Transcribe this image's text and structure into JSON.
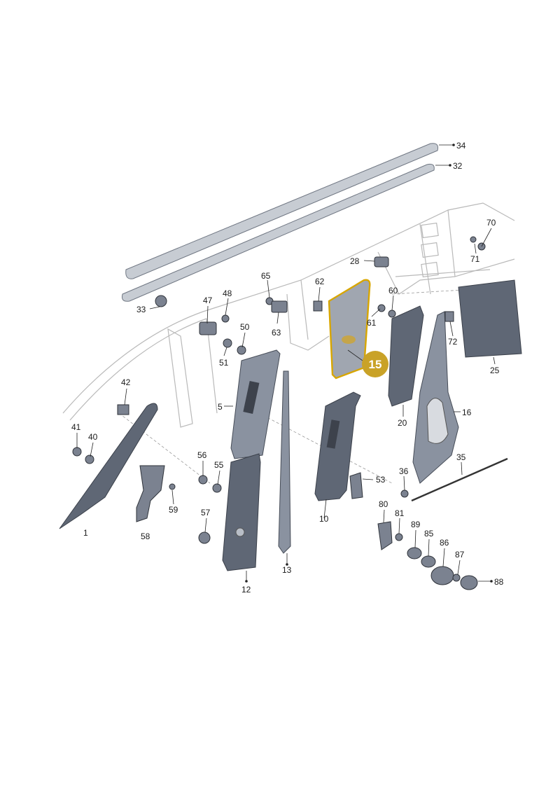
{
  "diagram": {
    "callouts": [
      {
        "id": "34",
        "label": "34"
      },
      {
        "id": "32",
        "label": "32"
      },
      {
        "id": "33",
        "label": "33"
      },
      {
        "id": "70",
        "label": "70"
      },
      {
        "id": "71",
        "label": "71"
      },
      {
        "id": "28",
        "label": "28"
      },
      {
        "id": "65",
        "label": "65"
      },
      {
        "id": "62",
        "label": "62"
      },
      {
        "id": "60",
        "label": "60"
      },
      {
        "id": "48",
        "label": "48"
      },
      {
        "id": "47",
        "label": "47"
      },
      {
        "id": "63",
        "label": "63"
      },
      {
        "id": "61",
        "label": "61"
      },
      {
        "id": "72",
        "label": "72"
      },
      {
        "id": "50",
        "label": "50"
      },
      {
        "id": "51",
        "label": "51"
      },
      {
        "id": "25",
        "label": "25"
      },
      {
        "id": "42",
        "label": "42"
      },
      {
        "id": "5",
        "label": "5"
      },
      {
        "id": "16",
        "label": "16"
      },
      {
        "id": "20",
        "label": "20"
      },
      {
        "id": "41",
        "label": "41"
      },
      {
        "id": "40",
        "label": "40"
      },
      {
        "id": "56",
        "label": "56"
      },
      {
        "id": "35",
        "label": "35"
      },
      {
        "id": "55",
        "label": "55"
      },
      {
        "id": "53",
        "label": "53"
      },
      {
        "id": "36",
        "label": "36"
      },
      {
        "id": "59",
        "label": "59"
      },
      {
        "id": "10",
        "label": "10"
      },
      {
        "id": "80",
        "label": "80"
      },
      {
        "id": "57",
        "label": "57"
      },
      {
        "id": "81",
        "label": "81"
      },
      {
        "id": "89",
        "label": "89"
      },
      {
        "id": "85",
        "label": "85"
      },
      {
        "id": "1",
        "label": "1"
      },
      {
        "id": "58",
        "label": "58"
      },
      {
        "id": "86",
        "label": "86"
      },
      {
        "id": "87",
        "label": "87"
      },
      {
        "id": "13",
        "label": "13"
      },
      {
        "id": "88",
        "label": "88"
      },
      {
        "id": "12",
        "label": "12"
      }
    ],
    "highlight": {
      "label": "15",
      "color": "#c9a227",
      "outline": "#d8a600"
    }
  }
}
